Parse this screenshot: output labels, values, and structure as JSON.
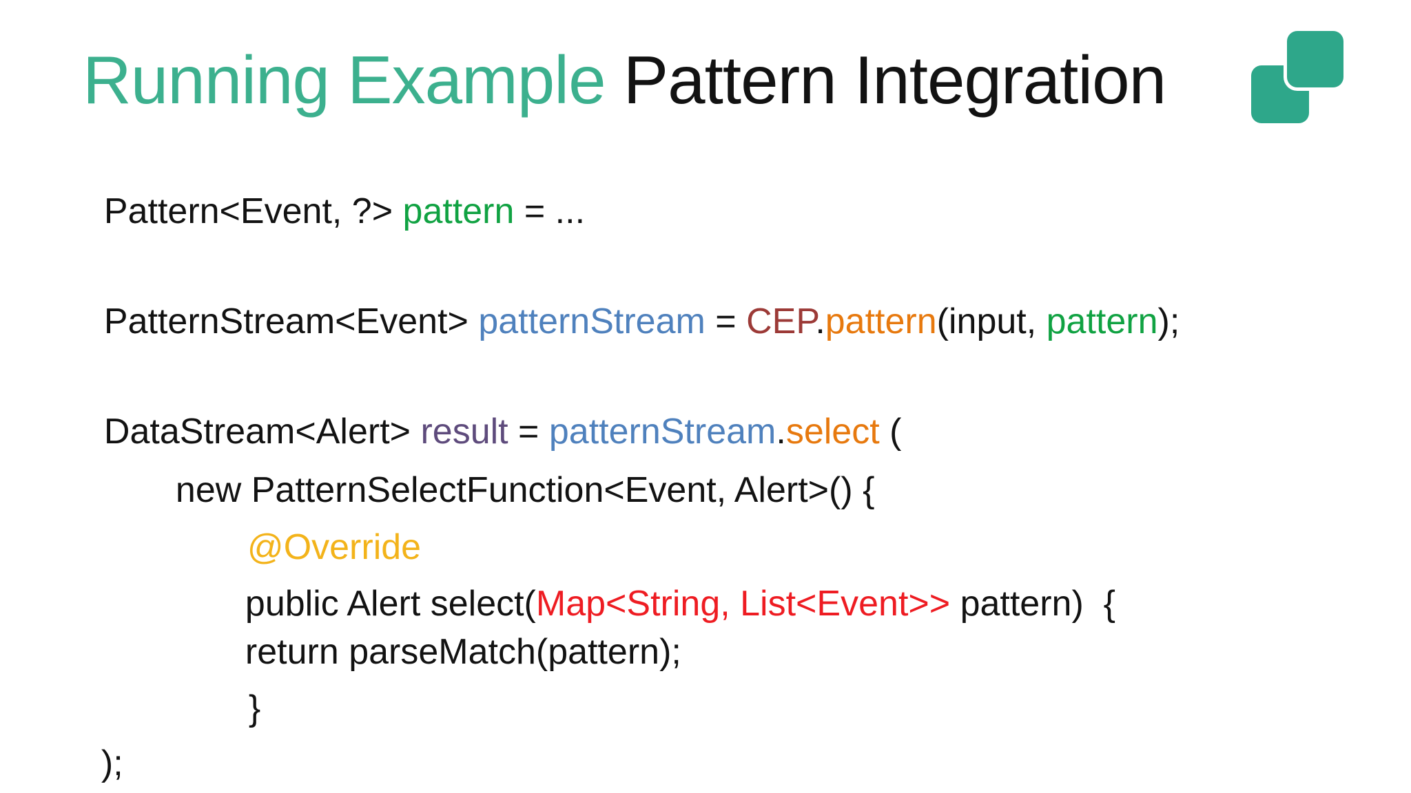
{
  "slide": {
    "title": {
      "highlight": "Running Example",
      "rest": " Pattern Integration"
    }
  },
  "logo": {
    "icon": "two-overlapping-rounded-squares",
    "color": "#2ea78a"
  },
  "colors": {
    "black": "#121212",
    "teal_title": "#3cb08e",
    "teal_logo": "#2ea78a",
    "green": "#10a242",
    "blue": "#4f81bd",
    "maroon": "#9c3a37",
    "orange": "#e7790e",
    "purple": "#5e4b7c",
    "gold": "#f3b31a",
    "red": "#ee1c22"
  },
  "code": {
    "lines": [
      {
        "segments": [
          {
            "t": "Pattern<Event, ?> ",
            "c": "black"
          },
          {
            "t": "pattern",
            "c": "green"
          },
          {
            "t": " = ...",
            "c": "black"
          }
        ]
      },
      {
        "segments": [
          {
            "t": "PatternStream<Event> ",
            "c": "black"
          },
          {
            "t": "patternStream",
            "c": "blue"
          },
          {
            "t": " = ",
            "c": "black"
          },
          {
            "t": "CEP",
            "c": "maroon"
          },
          {
            "t": ".",
            "c": "black"
          },
          {
            "t": "pattern",
            "c": "orange"
          },
          {
            "t": "(input, ",
            "c": "black"
          },
          {
            "t": "pattern",
            "c": "green"
          },
          {
            "t": ");",
            "c": "black"
          }
        ]
      },
      {
        "segments": [
          {
            "t": "DataStream<Alert> ",
            "c": "black"
          },
          {
            "t": "result",
            "c": "purple"
          },
          {
            "t": " = ",
            "c": "black"
          },
          {
            "t": "patternStream",
            "c": "blue"
          },
          {
            "t": ".",
            "c": "black"
          },
          {
            "t": "select",
            "c": "orange"
          },
          {
            "t": " (",
            "c": "black"
          }
        ]
      },
      {
        "segments": [
          {
            "t": "new PatternSelectFunction<Event, Alert>() {",
            "c": "black"
          }
        ]
      },
      {
        "segments": [
          {
            "t": "@Override",
            "c": "gold"
          }
        ]
      },
      {
        "segments": [
          {
            "t": "public Alert select(",
            "c": "black"
          },
          {
            "t": "Map<String, List<Event>>",
            "c": "red"
          },
          {
            "t": " pattern)  {",
            "c": "black"
          }
        ]
      },
      {
        "segments": [
          {
            "t": "return parseMatch(pattern);",
            "c": "black"
          }
        ]
      },
      {
        "segments": [
          {
            "t": "}",
            "c": "black"
          }
        ]
      },
      {
        "segments": [
          {
            "t": ");",
            "c": "black"
          }
        ]
      }
    ]
  }
}
